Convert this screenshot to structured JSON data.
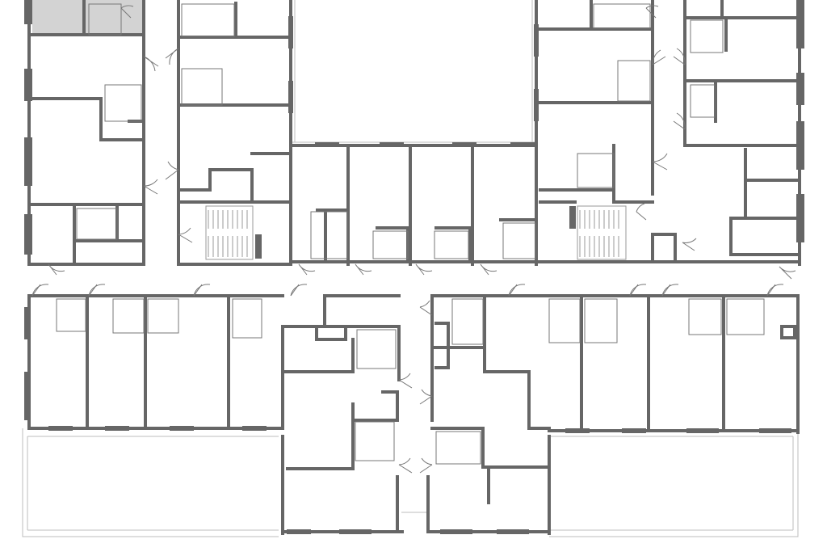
{
  "plan": {
    "wall_color": "#666666",
    "thin_line_color": "#bdbdbd",
    "highlight_fill": "#d3d3d3",
    "background": "#ffffff",
    "highlighted_unit_count": 1,
    "stairwell_count": 2,
    "courtyard_count": 1
  }
}
